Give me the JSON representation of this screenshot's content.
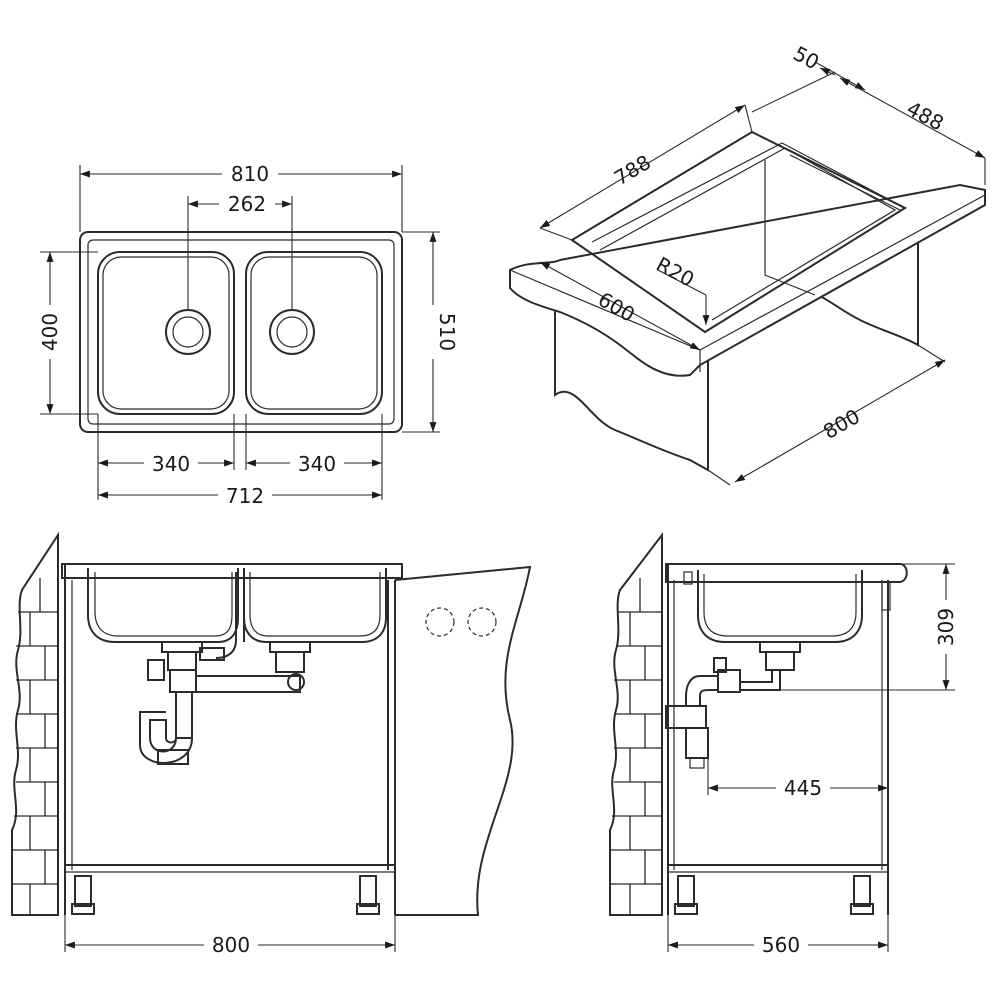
{
  "labels": {
    "top_width": "810",
    "drain_spacing": "262",
    "inner_height": "400",
    "outer_height": "510",
    "bowl_left_width": "340",
    "bowl_right_width": "340",
    "inner_width": "712",
    "iso_length": "788",
    "iso_edge": "50",
    "iso_depth": "488",
    "iso_radius": "R20",
    "iso_front": "600",
    "iso_cabinet": "800",
    "front_cabinet": "800",
    "side_height": "309",
    "side_drain": "445",
    "side_cabinet": "560"
  },
  "colors": {
    "line": "#2b2b2b",
    "text": "#1a1a1a",
    "background": "#ffffff"
  }
}
